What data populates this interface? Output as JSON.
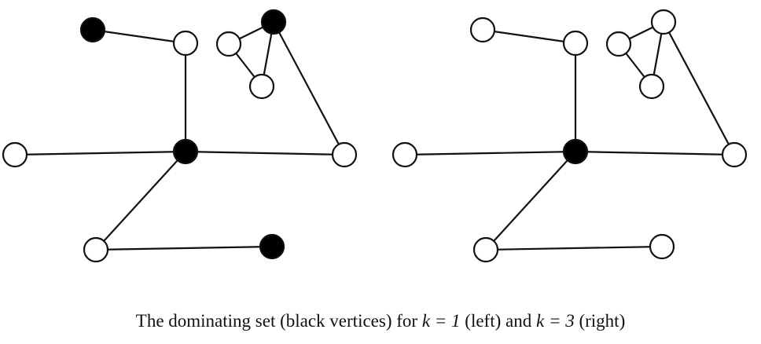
{
  "colors": {
    "dominating": "#000000",
    "normal": "#ffffff",
    "stroke": "#111111"
  },
  "graph": {
    "vertices": [
      "a",
      "b",
      "c",
      "d",
      "e",
      "f",
      "g",
      "h",
      "i",
      "j"
    ],
    "edges": [
      [
        "a",
        "b"
      ],
      [
        "b",
        "f"
      ],
      [
        "c",
        "d"
      ],
      [
        "c",
        "e"
      ],
      [
        "d",
        "e"
      ],
      [
        "d",
        "i"
      ],
      [
        "g",
        "f"
      ],
      [
        "f",
        "i"
      ],
      [
        "f",
        "h"
      ],
      [
        "h",
        "j"
      ]
    ]
  },
  "panels": [
    {
      "id": "left",
      "k": 1,
      "dominating": [
        "a",
        "d",
        "f",
        "j"
      ]
    },
    {
      "id": "right",
      "k": 3,
      "dominating": [
        "f"
      ]
    }
  ],
  "caption": {
    "part1": "The dominating set (black vertices) for ",
    "k_left": "k = 1",
    "part2": " (left) and ",
    "k_right": "k = 3",
    "part3": " (right)"
  }
}
